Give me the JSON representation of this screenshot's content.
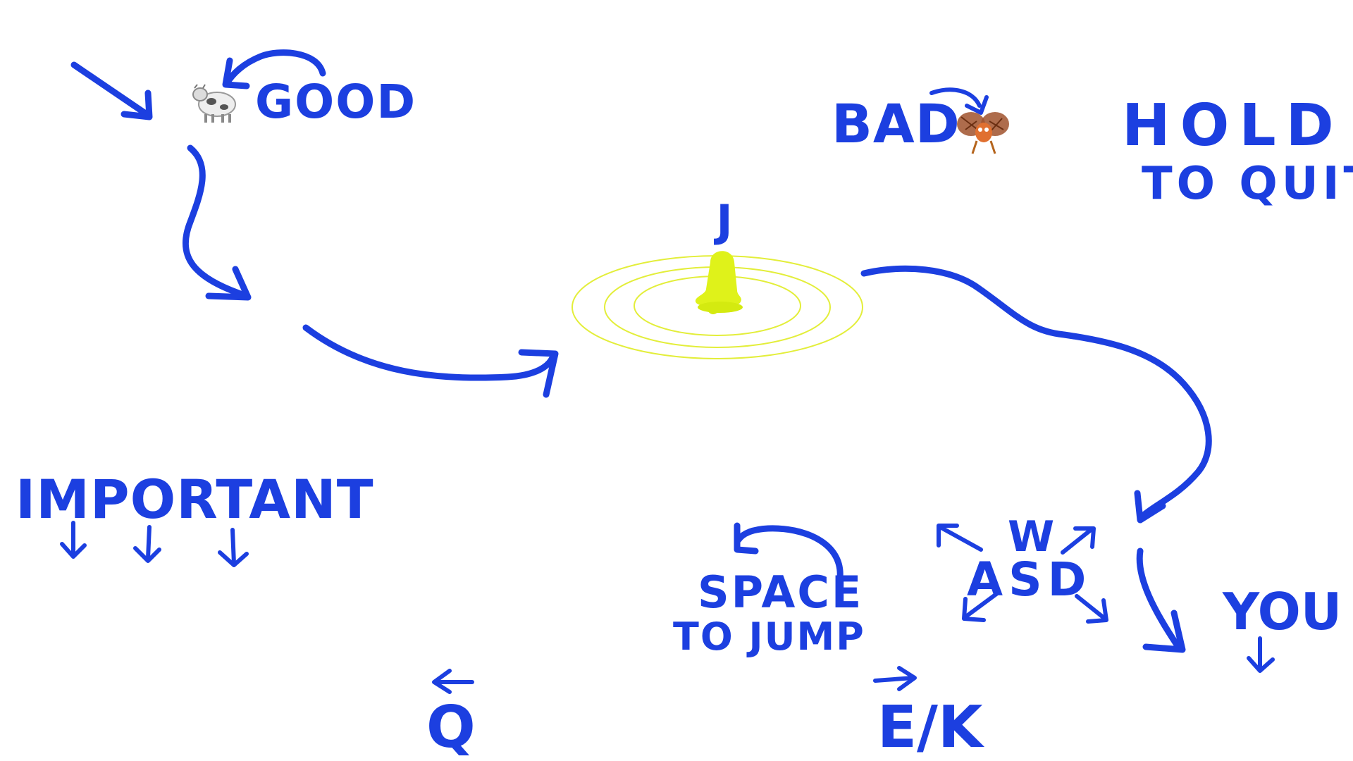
{
  "labels": {
    "good": "GOOD",
    "bad": "BAD",
    "hold_line1": "HOLD P",
    "hold_line2": "TO QUIT",
    "bell_key": "J",
    "important": "IMPORTANT",
    "space_line1": "SPACE",
    "space_line2": "TO JUMP",
    "w_key": "W",
    "asd_keys": "ASD",
    "you": "YOU",
    "q_key": "Q",
    "ek_keys": "E/K"
  },
  "icons": {
    "good_sprite": "cow-icon",
    "bad_sprite": "winged-monster-icon",
    "goal": "bell-icon",
    "arrows": "hand-drawn-arrow-icon"
  },
  "colors": {
    "ink": "#1c3fe0",
    "bell": "#dff21a",
    "ring": "#e3ee3a",
    "background": "#ffffff"
  }
}
